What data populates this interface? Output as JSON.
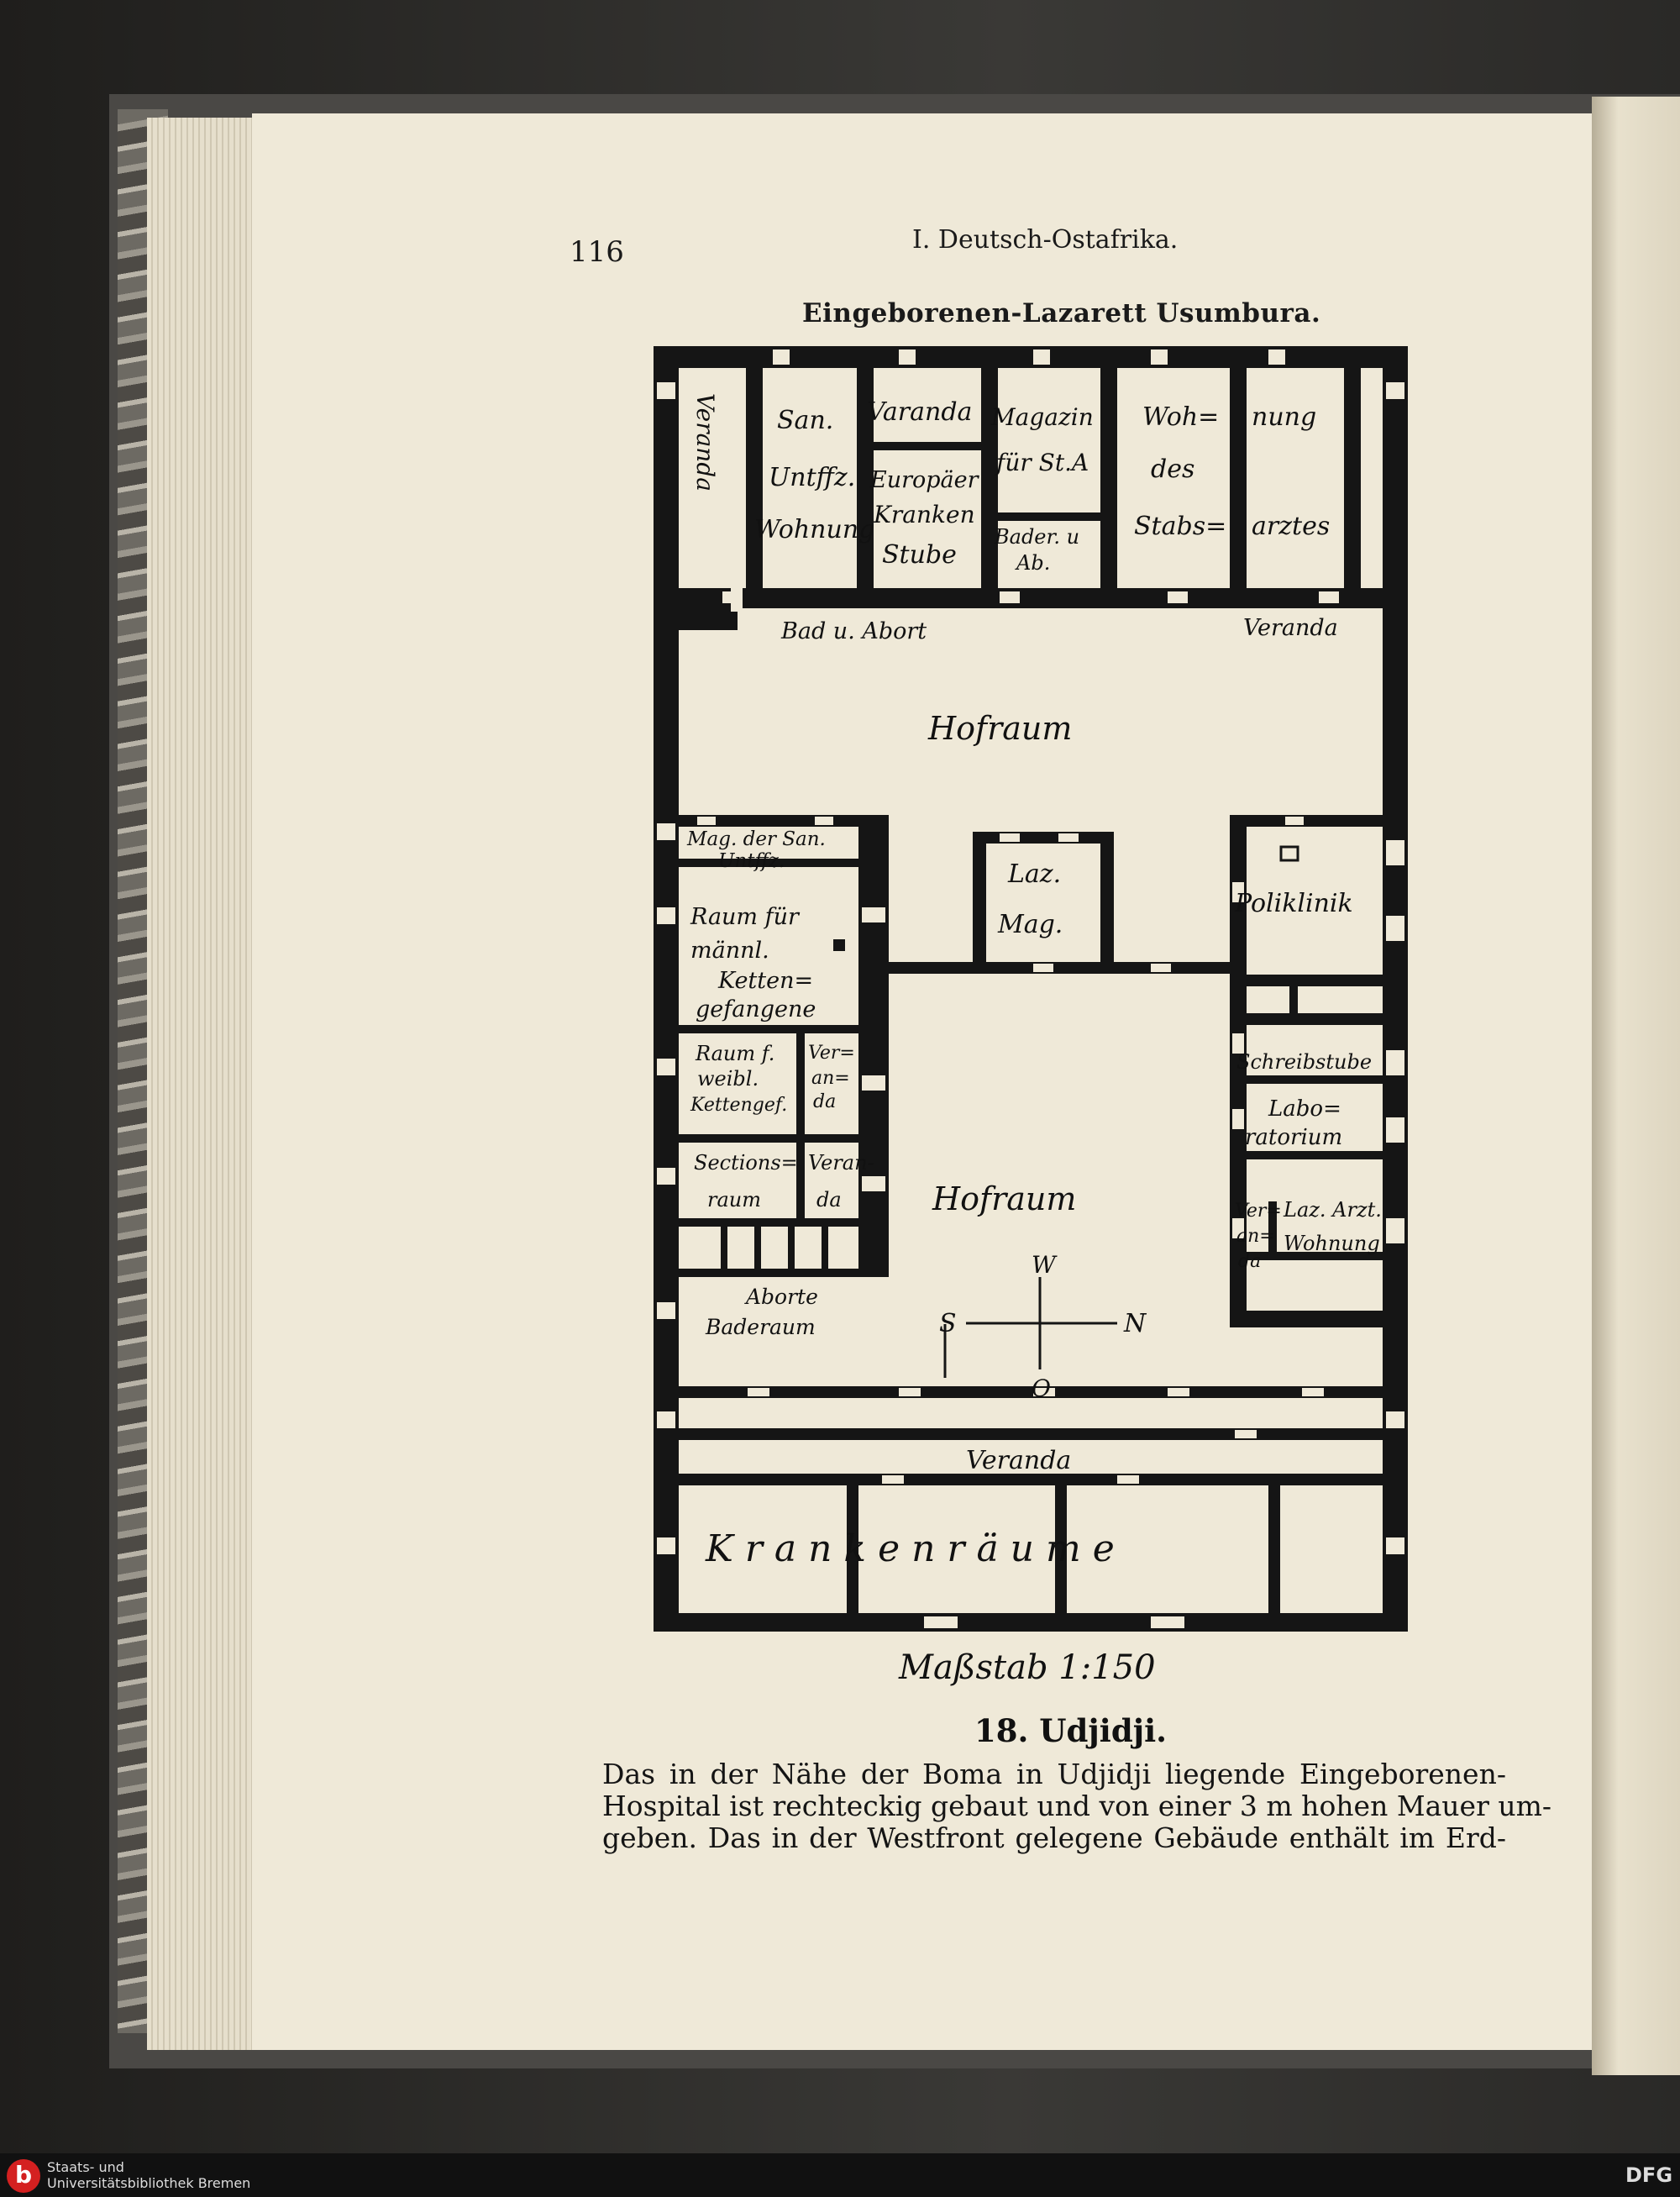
{
  "page": {
    "number": "116",
    "running_title": "I. Deutsch-Ostafrika.",
    "plan_title": "Eingeborenen-Lazarett Usumbura.",
    "scale": "Maßstab 1:150",
    "section_heading": "18. Udjidji.",
    "body_lines": [
      "Das in der Nähe der Boma in Udjidji liegende Eingeborenen-",
      "Hospital ist rechteckig gebaut und von einer 3 m hohen Mauer um-",
      "geben.  Das in der Westfront gelegene Gebäude enthält im Erd-"
    ]
  },
  "plan": {
    "rooms": {
      "veranda_nw": "Veranda",
      "san_l1": "San.",
      "san_l2": "Untffz.",
      "san_l3": "Wohnung",
      "varanda_top": "Varanda",
      "euro_l1": "Europäer",
      "euro_l2": "Kranken",
      "euro_l3": "Stube",
      "mag_l1": "Magazin",
      "mag_l2": "für St.A",
      "bader_l1": "Bader. u",
      "bader_l2": "Ab.",
      "stab_l1": "Woh=",
      "stab_l2": "nung",
      "stab_l3": "des",
      "stab_l4": "Stabs=",
      "stab_l5": "arztes",
      "bad_abort": "Bad u. Abort",
      "veranda_ne": "Veranda",
      "hofraum_top": "Hofraum",
      "magsan_l1": "Mag. der San.",
      "magsan_l2": "Untffz.",
      "raumm_l1": "Raum für",
      "raumm_l2": "männl.",
      "raumm_l3": "Ketten=",
      "raumm_l4": "gefangene",
      "raumw_l1": "Raum f.",
      "raumw_l2": "weibl.",
      "raumw_l3": "Kettengef.",
      "ver1_l1": "Ver=",
      "ver1_l2": "an=",
      "ver1_l3": "da",
      "laz_l1": "Laz.",
      "laz_l2": "Mag.",
      "poliklinik": "Poliklinik",
      "schreib": "Schreibstube",
      "labo_l1": "Labo=",
      "labo_l2": "ratorium",
      "sect_l1": "Sections=",
      "sect_l2": "raum",
      "veran2_l1": "Veran-",
      "veran2_l2": "da",
      "hofraum_bottom": "Hofraum",
      "ver3_l1": "Ver=",
      "ver3_l2": "an=",
      "ver3_l3": "da",
      "lazarzt_l1": "Laz. Arzt.",
      "lazarzt_l2": "Wohnung",
      "aborte": "Aborte",
      "baderaum": "Baderaum",
      "veranda_bottom": "Veranda",
      "krankenraeume": "K r a n k e n r ä u m e"
    },
    "compass": {
      "north": "N",
      "south": "S",
      "west": "W",
      "east": "O"
    }
  },
  "footer": {
    "logo_letter": "b",
    "library_line1": "Staats- und",
    "library_line2": "Universitätsbibliothek Bremen",
    "dfg": "DFG"
  }
}
